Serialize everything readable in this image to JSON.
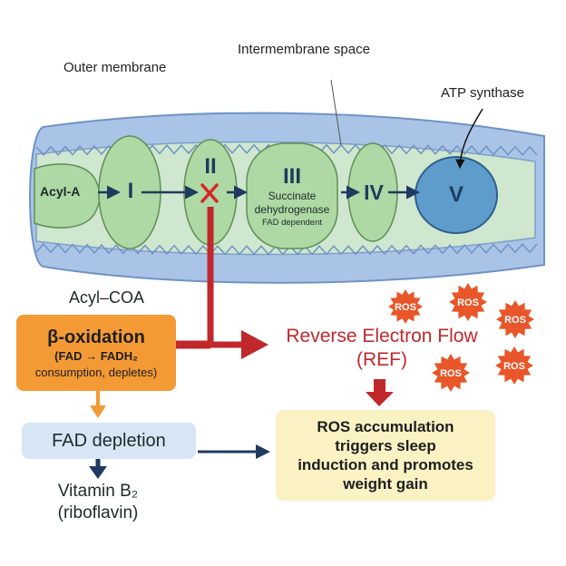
{
  "labels": {
    "outer_membrane": "Outer membrane",
    "intermembrane_space": "Intermembrane space",
    "atp_synthase": "ATP synthase",
    "acyl_coa": "Acyl–COA"
  },
  "complexes": {
    "acyl_a": "Acyl-A",
    "c1": "I",
    "c2": "II",
    "c3": "III",
    "c3_sub1": "Succinate",
    "c3_sub2": "dehydrogenase",
    "c3_sub3": "FAD dependent",
    "c4": "IV",
    "c5": "V"
  },
  "beta_oxidation": {
    "title": "β-oxidation",
    "line2": "(FAD → FADH₂",
    "line3": "consumption, depletes)"
  },
  "ref": {
    "line1": "Reverse Electron Flow",
    "line2": "(REF)"
  },
  "ros_badge": "ROS",
  "fad_depletion": "FAD depletion",
  "vitamin": {
    "line1": "Vitamin B₂",
    "line2": "(riboflavin)"
  },
  "outcome": {
    "line1": "ROS accumulation",
    "line2": "triggers sleep",
    "line3": "induction and promotes",
    "line4": "weight gain"
  },
  "colors": {
    "membrane": "#a9c4e6",
    "matrix": "#cfe6cf",
    "complex": "#aed8a4",
    "atp": "#5e9ccb",
    "beta_box": "#f39a34",
    "ref_red": "#c0282c",
    "ros": "#e8562a",
    "fad_box": "#d6e6f4",
    "outcome_box": "#fbf2c4"
  }
}
